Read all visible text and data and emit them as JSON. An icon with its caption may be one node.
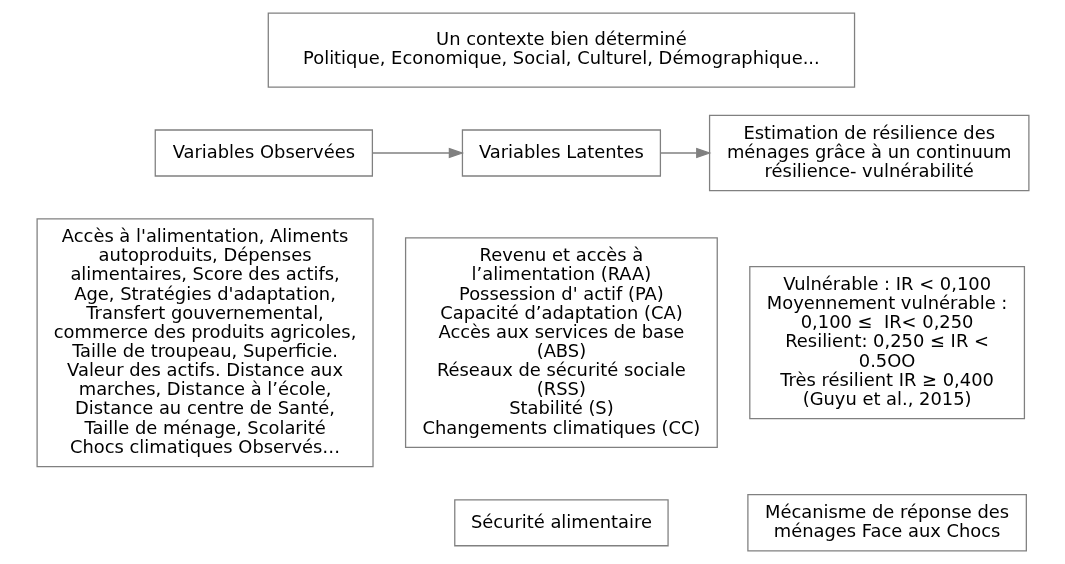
{
  "diagram": {
    "nodes": [
      {
        "text": [
          "Un contexte bien déterminé",
          "Politique, Economique, Social, Culturel, Démographique..."
        ]
      },
      {
        "text": [
          "Variables Observées"
        ]
      },
      {
        "text": [
          "Variables Latentes"
        ]
      },
      {
        "text": [
          "Estimation de résilience des ménages grâce à un continuum résilience- vulnérabilité"
        ]
      },
      {
        "text": [
          "Accès à l'alimentation, Aliments autoproduits, Dépenses alimentaires, Score des actifs, Age, Stratégies d'adaptation, Transfert gouvernemental, commerce des produits agricoles, Taille de troupeau, Superficie. Valeur des actifs. Distance aux marches, Distance à l’école, Distance au centre de Santé, Taille de ménage, Scolarité Chocs climatiques Observés…"
        ]
      },
      {
        "text": [
          "Revenu et accès à l’alimentation (RAA)",
          "Possession d' actif (PA)",
          "Capacité d’adaptation (CA)",
          "Accès aux services de base (ABS)",
          "Réseaux de sécurité sociale (RSS)",
          "Stabilité (S)",
          "Changements climatiques (CC)"
        ]
      },
      {
        "text": [
          "Vulnérable : IR < 0,100",
          "Moyennement vulnérable : 0,100 ≤  IR< 0,250",
          "Resilient: 0,250 ≤ IR < 0.5OO",
          "Très résilient IR ≥ 0,400",
          "(Guyu et al., 2015)"
        ]
      },
      {
        "text": [
          "Sécurité alimentaire"
        ]
      },
      {
        "text": [
          "Mécanisme de réponse des ménages Face aux Chocs"
        ]
      }
    ],
    "edges": [
      {
        "from": 1,
        "to": 2,
        "arrow": "to"
      },
      {
        "from": 2,
        "to": 3,
        "arrow": "to"
      }
    ]
  }
}
